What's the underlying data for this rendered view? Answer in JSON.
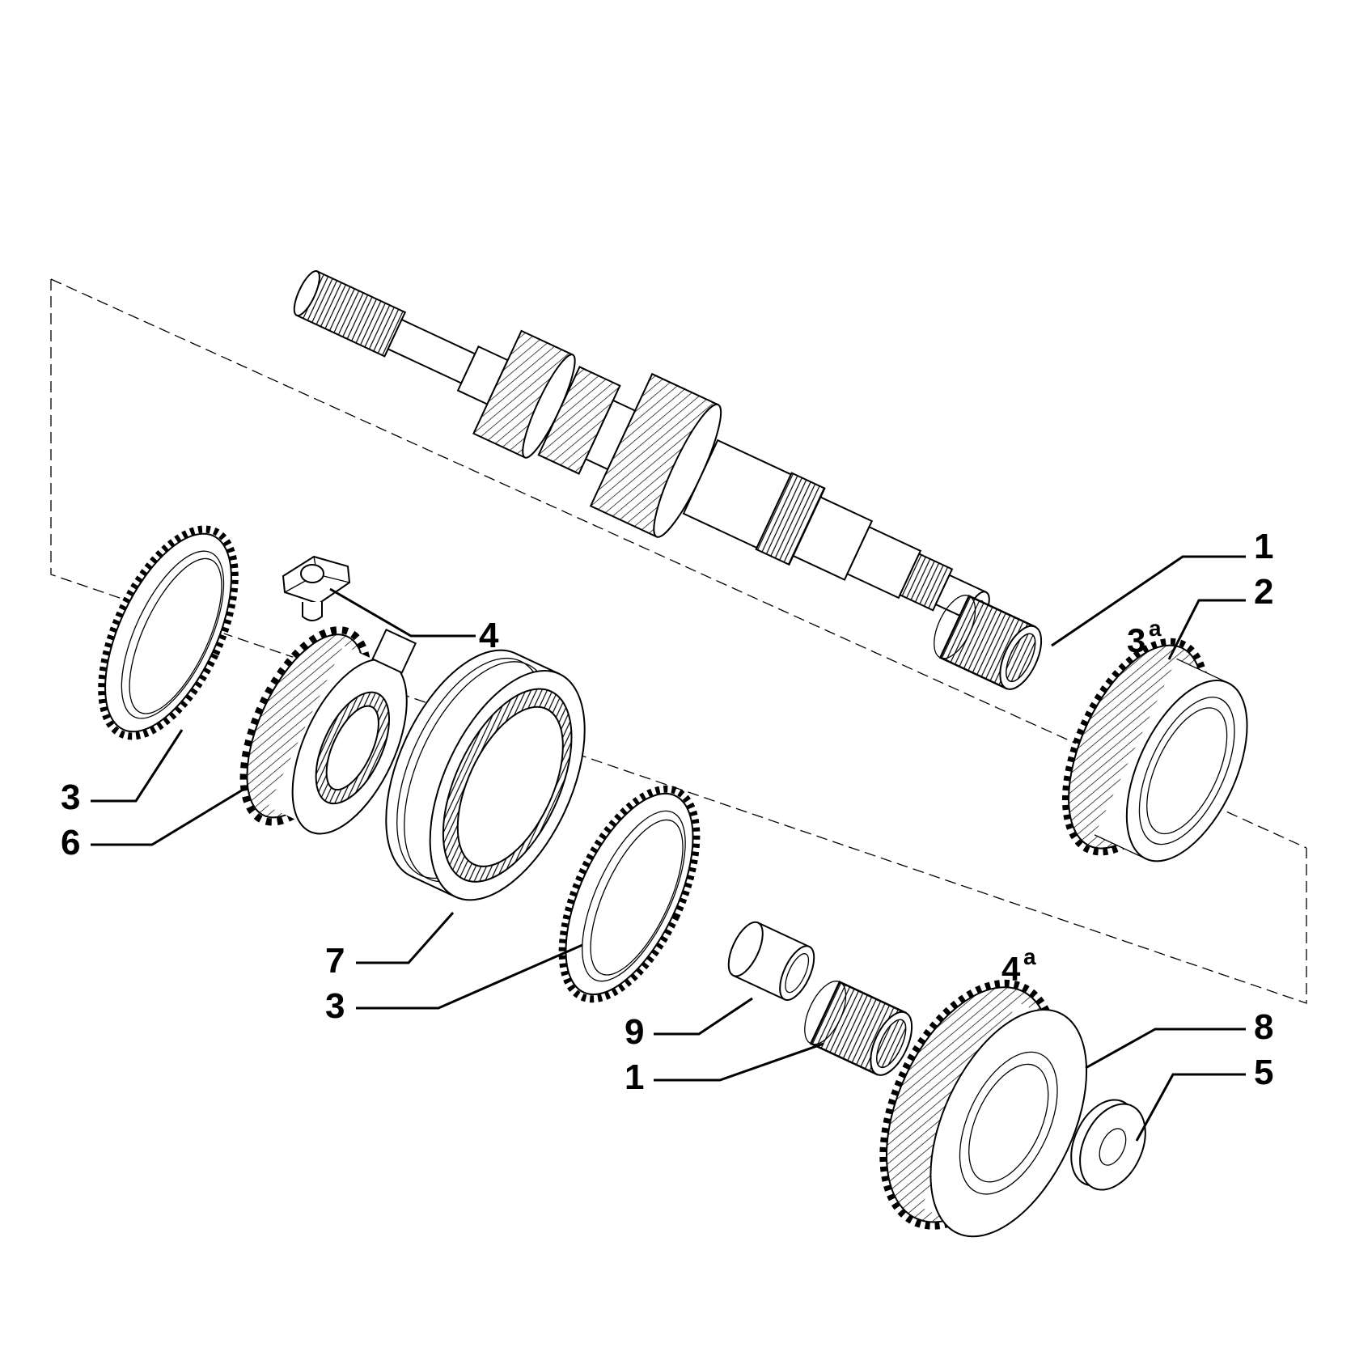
{
  "callouts": {
    "part_1_upper": "1",
    "part_2": "2",
    "gear_3rd_mark": "3",
    "gear_3rd_superscript": "a",
    "part_4_sliding_block": "4",
    "part_3_left": "3",
    "part_6": "6",
    "part_7": "7",
    "part_3_lower": "3",
    "part_9": "9",
    "part_1_lower": "1",
    "gear_4th_mark": "4",
    "gear_4th_superscript": "a",
    "part_8": "8",
    "part_5": "5"
  },
  "icons": {
    "shaft": "output-shaft-icon",
    "bearing": "needle-bearing-icon",
    "gear": "helical-gear-icon",
    "ring": "synchronizer-ring-icon",
    "hub": "synchronizer-hub-icon",
    "sleeve": "sliding-sleeve-icon",
    "bushing": "bushing-icon",
    "washer": "thrust-washer-icon",
    "block": "sliding-block-icon"
  }
}
